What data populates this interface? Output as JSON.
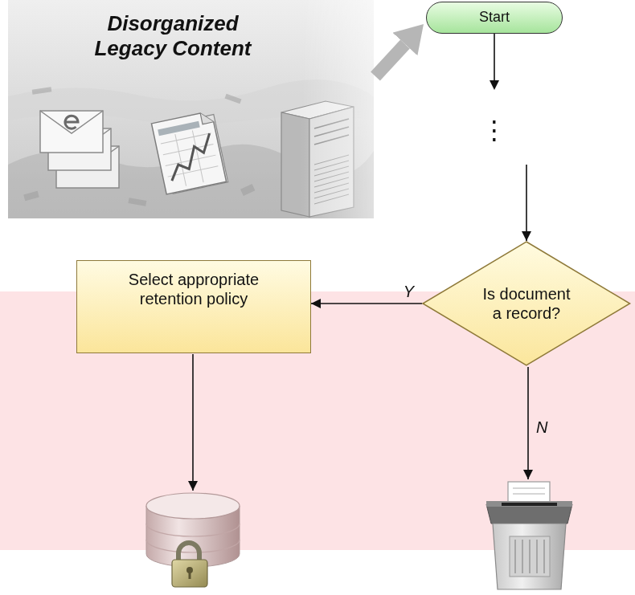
{
  "diagram": {
    "nodes": [
      {
        "text": [
          "Disorganized Legacy Content"
        ]
      },
      {
        "text": [
          "Start"
        ]
      },
      {
        "text": [
          "Is document a record?"
        ]
      },
      {
        "text": [
          "Select appropriate retention policy"
        ]
      }
    ],
    "edges": [
      {
        "from": 0,
        "to": 1,
        "arrow": "to"
      },
      {
        "from": 1,
        "to": 2,
        "arrow": "to",
        "label": "⋮"
      },
      {
        "from": 2,
        "to": 3,
        "arrow": "to",
        "label": "Y"
      }
    ],
    "labels": [
      "N"
    ]
  }
}
